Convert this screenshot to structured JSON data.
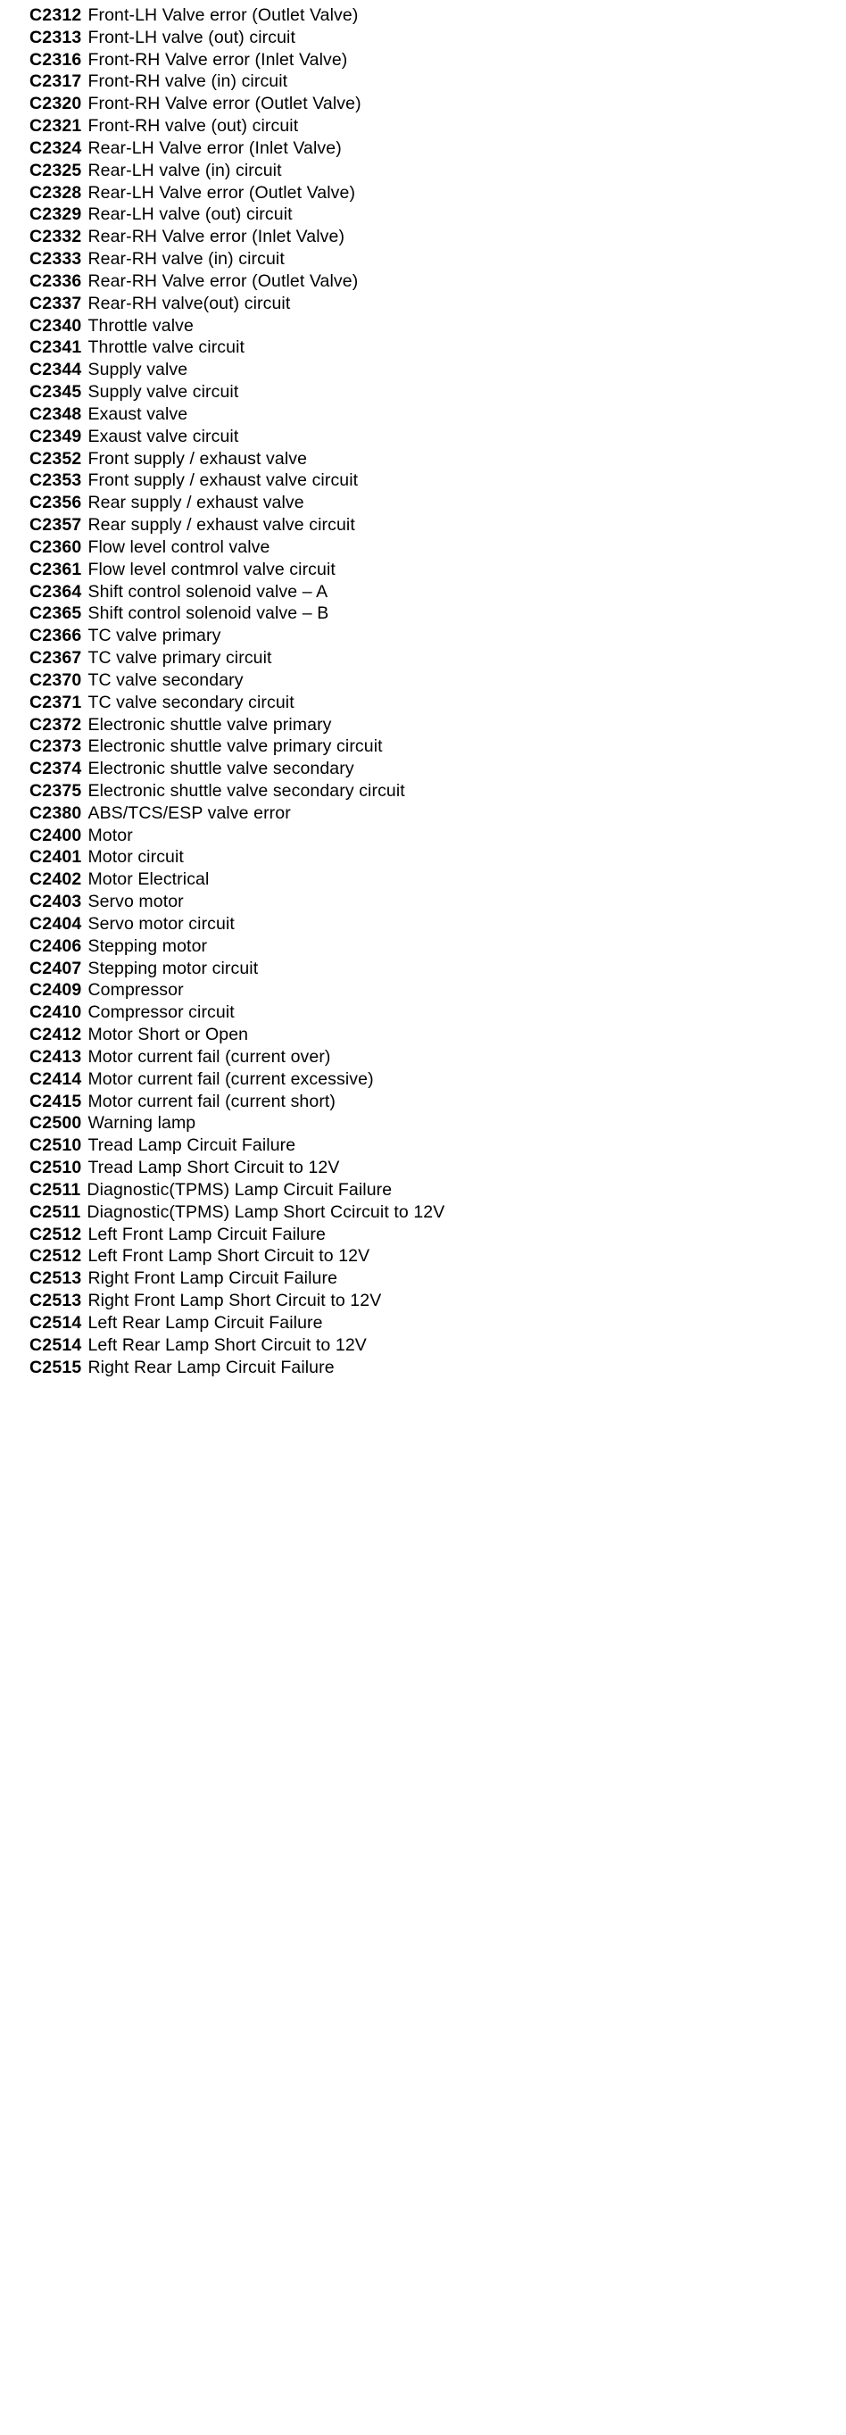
{
  "document": {
    "type": "dtc-code-reference-list",
    "background_color": "#ffffff",
    "text_color": "#000000",
    "rows": [
      {
        "code": "C2312",
        "description": "Front-LH Valve error (Outlet Valve)"
      },
      {
        "code": "C2313",
        "description": "Front-LH valve (out) circuit"
      },
      {
        "code": "C2316",
        "description": "Front-RH Valve error (Inlet Valve)"
      },
      {
        "code": "C2317",
        "description": "Front-RH valve (in) circuit"
      },
      {
        "code": "C2320",
        "description": "Front-RH Valve error (Outlet Valve)"
      },
      {
        "code": "C2321",
        "description": "Front-RH valve (out) circuit"
      },
      {
        "code": "C2324",
        "description": "Rear-LH Valve error (Inlet Valve)"
      },
      {
        "code": "C2325",
        "description": "Rear-LH valve (in) circuit"
      },
      {
        "code": "C2328",
        "description": "Rear-LH Valve error (Outlet Valve)"
      },
      {
        "code": "C2329",
        "description": "Rear-LH valve (out) circuit"
      },
      {
        "code": "C2332",
        "description": "Rear-RH Valve error (Inlet Valve)"
      },
      {
        "code": "C2333",
        "description": "Rear-RH valve (in) circuit"
      },
      {
        "code": "C2336",
        "description": "Rear-RH Valve error (Outlet Valve)"
      },
      {
        "code": "C2337",
        "description": "Rear-RH valve(out) circuit"
      },
      {
        "code": "C2340",
        "description": "Throttle valve"
      },
      {
        "code": "C2341",
        "description": "Throttle valve circuit"
      },
      {
        "code": "C2344",
        "description": "Supply valve"
      },
      {
        "code": "C2345",
        "description": "Supply valve circuit"
      },
      {
        "code": "C2348",
        "description": "Exaust valve"
      },
      {
        "code": "C2349",
        "description": "Exaust valve circuit"
      },
      {
        "code": "C2352",
        "description": "Front supply / exhaust valve"
      },
      {
        "code": "C2353",
        "description": "Front supply / exhaust valve circuit"
      },
      {
        "code": "C2356",
        "description": "Rear supply / exhaust valve"
      },
      {
        "code": "C2357",
        "description": "Rear supply / exhaust valve circuit"
      },
      {
        "code": "C2360",
        "description": "Flow level control valve"
      },
      {
        "code": "C2361",
        "description": "Flow level contmrol valve circuit"
      },
      {
        "code": "C2364",
        "description": "Shift control solenoid valve – A"
      },
      {
        "code": "C2365",
        "description": "Shift control solenoid valve – B"
      },
      {
        "code": "C2366",
        "description": "TC valve primary"
      },
      {
        "code": "C2367",
        "description": "TC valve primary circuit"
      },
      {
        "code": "C2370",
        "description": "TC valve secondary"
      },
      {
        "code": "C2371",
        "description": "TC valve secondary circuit"
      },
      {
        "code": "C2372",
        "description": "Electronic shuttle valve primary"
      },
      {
        "code": "C2373",
        "description": "Electronic shuttle valve primary circuit"
      },
      {
        "code": "C2374",
        "description": "Electronic shuttle valve secondary"
      },
      {
        "code": "C2375",
        "description": "Electronic shuttle valve secondary circuit"
      },
      {
        "code": "C2380",
        "description": "ABS/TCS/ESP valve error"
      },
      {
        "code": "C2400",
        "description": "Motor"
      },
      {
        "code": "C2401",
        "description": "Motor circuit"
      },
      {
        "code": "C2402",
        "description": "Motor Electrical"
      },
      {
        "code": "C2403",
        "description": "Servo motor"
      },
      {
        "code": "C2404",
        "description": "Servo motor circuit"
      },
      {
        "code": "C2406",
        "description": "Stepping motor"
      },
      {
        "code": "C2407",
        "description": "Stepping motor circuit"
      },
      {
        "code": "C2409",
        "description": "Compressor"
      },
      {
        "code": "C2410",
        "description": "Compressor circuit"
      },
      {
        "code": "C2412",
        "description": "Motor Short or Open"
      },
      {
        "code": "C2413",
        "description": "Motor current fail (current over)"
      },
      {
        "code": "C2414",
        "description": "Motor current fail (current excessive)"
      },
      {
        "code": "C2415",
        "description": "Motor current fail (current short)"
      },
      {
        "code": "C2500",
        "description": "Warning lamp"
      },
      {
        "code": "C2510",
        "description": "Tread Lamp Circuit Failure"
      },
      {
        "code": "C2510",
        "description": "Tread Lamp Short Circuit to 12V"
      },
      {
        "code": "C2511",
        "description": "Diagnostic(TPMS) Lamp Circuit Failure"
      },
      {
        "code": "C2511",
        "description": "Diagnostic(TPMS) Lamp Short Ccircuit to 12V"
      },
      {
        "code": "C2512",
        "description": "Left Front Lamp Circuit Failure"
      },
      {
        "code": "C2512",
        "description": "Left Front Lamp Short Circuit to 12V"
      },
      {
        "code": "C2513",
        "description": "Right Front Lamp Circuit Failure"
      },
      {
        "code": "C2513",
        "description": "Right Front Lamp Short Circuit to 12V"
      },
      {
        "code": "C2514",
        "description": "Left Rear Lamp Circuit Failure"
      },
      {
        "code": "C2514",
        "description": "Left Rear Lamp Short Circuit to 12V"
      },
      {
        "code": "C2515",
        "description": "Right Rear Lamp Circuit Failure"
      }
    ]
  }
}
